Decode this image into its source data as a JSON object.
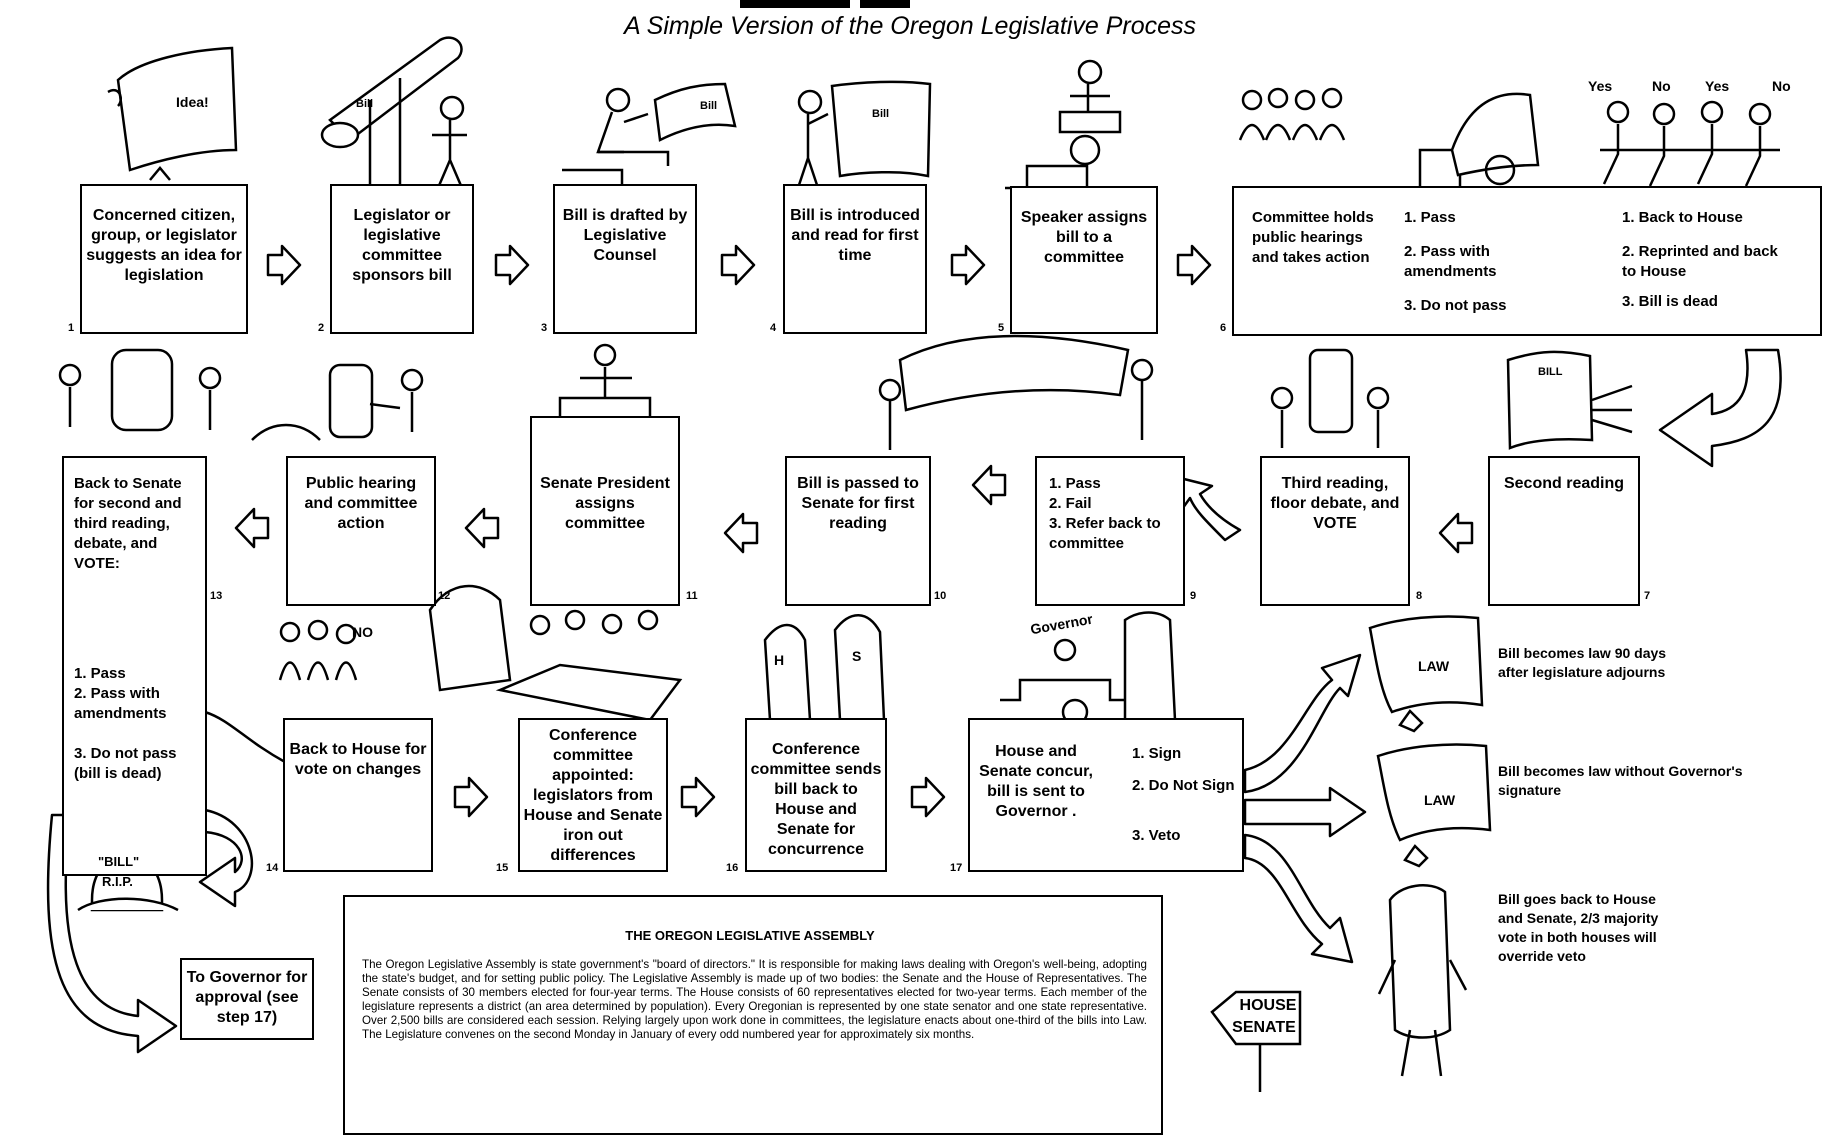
{
  "title": "A Simple Version of the Oregon  Legislative Process",
  "steps": {
    "s1": "Concerned citizen, group, or legislator suggests an idea for legislation",
    "s2": "Legislator or legislative committee sponsors bill",
    "s3": "Bill is drafted by Legislative Counsel",
    "s4": "Bill is introduced and read for first time",
    "s5": "Speaker assigns bill to a committee",
    "s6_left": "Committee holds public hearings and takes action",
    "s6_opt1": "1. Pass",
    "s6_opt2": "2. Pass with amendments",
    "s6_opt3": "3. Do not pass",
    "s6_res1": "1. Back to House",
    "s6_res2": "2. Reprinted and back to House",
    "s6_res3": "3. Bill is dead",
    "s7": "Second reading",
    "s8": "Third reading, floor debate, and VOTE",
    "s9_1": "1. Pass",
    "s9_2": "2. Fail",
    "s9_3": "3. Refer back to committee",
    "s10": "Bill is passed to Senate for first reading",
    "s11": "Senate President assigns committee",
    "s12": "Public hearing and committee action",
    "s13_top": "Back to Senate for second and third reading, debate, and VOTE:",
    "s13_1": "1. Pass",
    "s13_2": "2. Pass with amendments",
    "s13_3": "3. Do not pass (bill is dead)",
    "s14": "Back to House for vote on changes",
    "s15": "Conference committee appointed: legislators from House and Senate iron out differences",
    "s16": "Conference committee sends bill back to House and Senate for concurrence",
    "s17_left": "House and Senate concur, bill is sent to Governor .",
    "s17_1": "1. Sign",
    "s17_2": "2. Do Not Sign",
    "s17_3": "3. Veto",
    "governor_box": "To Governor for approval (see step 17)"
  },
  "numbers": [
    "1",
    "2",
    "3",
    "4",
    "5",
    "6",
    "7",
    "8",
    "9",
    "10",
    "11",
    "12",
    "13",
    "14",
    "15",
    "16",
    "17"
  ],
  "outcomes": {
    "o1": "Bill becomes law 90 days after legislature adjourns",
    "o2": "Bill becomes law without Governor's signature",
    "o3": "Bill goes back to House and Senate, 2/3 majority vote in both houses will override veto"
  },
  "labels": {
    "yes1": "Yes",
    "no1": "No",
    "yes2": "Yes",
    "no2": "No",
    "idea": "Idea!",
    "bill": "Bill",
    "bill_caps": "BILL",
    "no_shout": "NO",
    "h": "H",
    "s": "S",
    "governor": "Governor",
    "law": "LAW",
    "rip_bill": "\"BILL\"",
    "rip": "R.I.P.",
    "sign_house": "HOUSE",
    "sign_senate": "SENATE"
  },
  "assembly": {
    "title": "THE OREGON LEGISLATIVE ASSEMBLY",
    "body": "The Oregon Legislative Assembly is state government's \"board of directors.\" It is responsible for making laws dealing with Oregon's well-being, adopting the state's budget, and for setting public policy. The Legislative Assembly is made up of two bodies: the Senate and the House of Representatives. The Senate consists of 30 members elected for four-year terms. The House consists of 60 representatives elected for two-year terms. Each member of the legislature represents a district (an area determined by population). Every Oregonian is represented by one state senator and one state representative. Over 2,500 bills are considered each session. Relying largely upon work done in committees, the legislature enacts about one-third of the bills into Law. The Legislature convenes on the second Monday in January of every odd numbered year for approximately six months."
  }
}
